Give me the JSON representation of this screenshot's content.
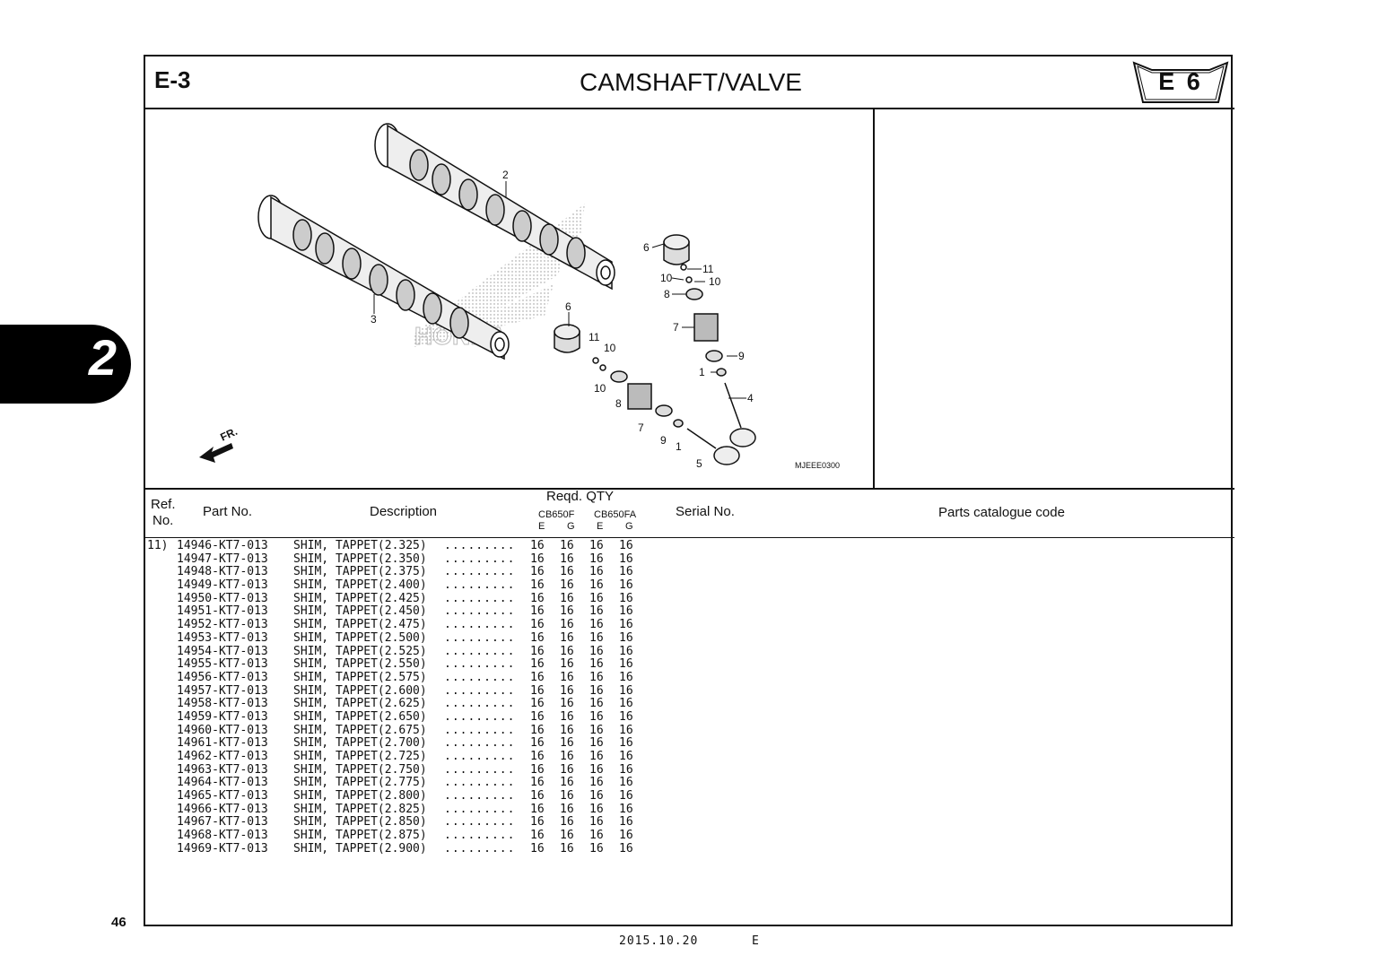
{
  "header": {
    "section_code": "E-3",
    "title": "CAMSHAFT/VALVE",
    "badge": "E 6"
  },
  "side_tab": "2",
  "diagram": {
    "drawing_code": "MJEEE0300",
    "front_label": "FR.",
    "callouts": [
      "2",
      "3",
      "6",
      "6",
      "11",
      "10",
      "10",
      "8",
      "7",
      "9",
      "1",
      "4",
      "11",
      "10",
      "10",
      "8",
      "7",
      "9",
      "1",
      "5"
    ]
  },
  "table": {
    "col_ref": "Ref.\nNo.",
    "col_ref_line1": "Ref.",
    "col_ref_line2": "No.",
    "col_part": "Part No.",
    "col_desc": "Description",
    "col_qty": "Reqd. QTY",
    "model1": "CB650F",
    "model2": "CB650FA",
    "sub_e1": "E",
    "sub_g1": "G",
    "sub_e2": "E",
    "sub_g2": "G",
    "col_serial": "Serial No.",
    "col_catalogue": "Parts catalogue code",
    "rows": [
      {
        "ref": "11)",
        "part": "14946-KT7-013",
        "desc": "SHIM, TAPPET(2.325)",
        "dots": ".........",
        "q": [
          "16",
          "16",
          "16",
          "16"
        ]
      },
      {
        "ref": "",
        "part": "14947-KT7-013",
        "desc": "SHIM, TAPPET(2.350)",
        "dots": ".........",
        "q": [
          "16",
          "16",
          "16",
          "16"
        ]
      },
      {
        "ref": "",
        "part": "14948-KT7-013",
        "desc": "SHIM, TAPPET(2.375)",
        "dots": ".........",
        "q": [
          "16",
          "16",
          "16",
          "16"
        ]
      },
      {
        "ref": "",
        "part": "14949-KT7-013",
        "desc": "SHIM, TAPPET(2.400)",
        "dots": ".........",
        "q": [
          "16",
          "16",
          "16",
          "16"
        ]
      },
      {
        "ref": "",
        "part": "14950-KT7-013",
        "desc": "SHIM, TAPPET(2.425)",
        "dots": ".........",
        "q": [
          "16",
          "16",
          "16",
          "16"
        ]
      },
      {
        "ref": "",
        "part": "14951-KT7-013",
        "desc": "SHIM, TAPPET(2.450)",
        "dots": ".........",
        "q": [
          "16",
          "16",
          "16",
          "16"
        ]
      },
      {
        "ref": "",
        "part": "14952-KT7-013",
        "desc": "SHIM, TAPPET(2.475)",
        "dots": ".........",
        "q": [
          "16",
          "16",
          "16",
          "16"
        ]
      },
      {
        "ref": "",
        "part": "14953-KT7-013",
        "desc": "SHIM, TAPPET(2.500)",
        "dots": ".........",
        "q": [
          "16",
          "16",
          "16",
          "16"
        ]
      },
      {
        "ref": "",
        "part": "14954-KT7-013",
        "desc": "SHIM, TAPPET(2.525)",
        "dots": ".........",
        "q": [
          "16",
          "16",
          "16",
          "16"
        ]
      },
      {
        "ref": "",
        "part": "14955-KT7-013",
        "desc": "SHIM, TAPPET(2.550)",
        "dots": ".........",
        "q": [
          "16",
          "16",
          "16",
          "16"
        ]
      },
      {
        "ref": "",
        "part": "14956-KT7-013",
        "desc": "SHIM, TAPPET(2.575)",
        "dots": ".........",
        "q": [
          "16",
          "16",
          "16",
          "16"
        ]
      },
      {
        "ref": "",
        "part": "14957-KT7-013",
        "desc": "SHIM, TAPPET(2.600)",
        "dots": ".........",
        "q": [
          "16",
          "16",
          "16",
          "16"
        ]
      },
      {
        "ref": "",
        "part": "14958-KT7-013",
        "desc": "SHIM, TAPPET(2.625)",
        "dots": ".........",
        "q": [
          "16",
          "16",
          "16",
          "16"
        ]
      },
      {
        "ref": "",
        "part": "14959-KT7-013",
        "desc": "SHIM, TAPPET(2.650)",
        "dots": ".........",
        "q": [
          "16",
          "16",
          "16",
          "16"
        ]
      },
      {
        "ref": "",
        "part": "14960-KT7-013",
        "desc": "SHIM, TAPPET(2.675)",
        "dots": ".........",
        "q": [
          "16",
          "16",
          "16",
          "16"
        ]
      },
      {
        "ref": "",
        "part": "14961-KT7-013",
        "desc": "SHIM, TAPPET(2.700)",
        "dots": ".........",
        "q": [
          "16",
          "16",
          "16",
          "16"
        ]
      },
      {
        "ref": "",
        "part": "14962-KT7-013",
        "desc": "SHIM, TAPPET(2.725)",
        "dots": ".........",
        "q": [
          "16",
          "16",
          "16",
          "16"
        ]
      },
      {
        "ref": "",
        "part": "14963-KT7-013",
        "desc": "SHIM, TAPPET(2.750)",
        "dots": ".........",
        "q": [
          "16",
          "16",
          "16",
          "16"
        ]
      },
      {
        "ref": "",
        "part": "14964-KT7-013",
        "desc": "SHIM, TAPPET(2.775)",
        "dots": ".........",
        "q": [
          "16",
          "16",
          "16",
          "16"
        ]
      },
      {
        "ref": "",
        "part": "14965-KT7-013",
        "desc": "SHIM, TAPPET(2.800)",
        "dots": ".........",
        "q": [
          "16",
          "16",
          "16",
          "16"
        ]
      },
      {
        "ref": "",
        "part": "14966-KT7-013",
        "desc": "SHIM, TAPPET(2.825)",
        "dots": ".........",
        "q": [
          "16",
          "16",
          "16",
          "16"
        ]
      },
      {
        "ref": "",
        "part": "14967-KT7-013",
        "desc": "SHIM, TAPPET(2.850)",
        "dots": ".........",
        "q": [
          "16",
          "16",
          "16",
          "16"
        ]
      },
      {
        "ref": "",
        "part": "14968-KT7-013",
        "desc": "SHIM, TAPPET(2.875)",
        "dots": ".........",
        "q": [
          "16",
          "16",
          "16",
          "16"
        ]
      },
      {
        "ref": "",
        "part": "14969-KT7-013",
        "desc": "SHIM, TAPPET(2.900)",
        "dots": ".........",
        "q": [
          "16",
          "16",
          "16",
          "16"
        ]
      }
    ]
  },
  "footer": {
    "page_number": "46",
    "date": "2015.10.20",
    "edition": "E"
  }
}
